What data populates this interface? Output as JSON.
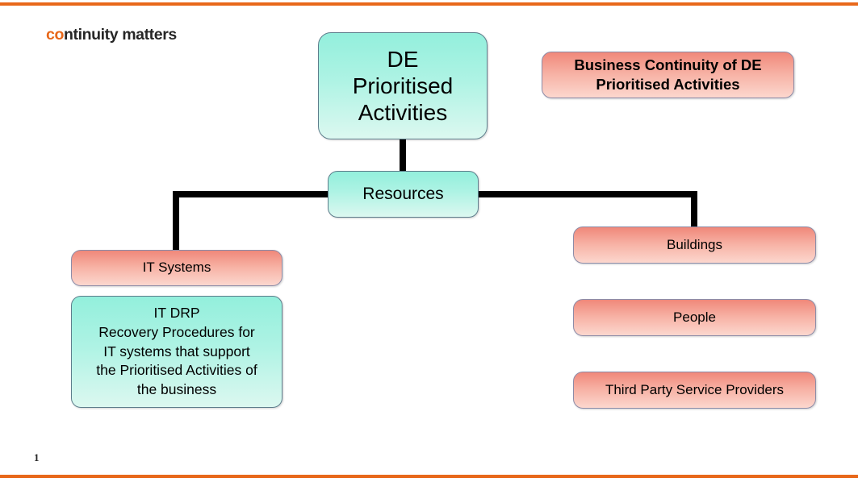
{
  "slide": {
    "page_number": "1",
    "logo": {
      "prefix": "co",
      "rest": "ntinuity matters",
      "full_text": "continuity matters",
      "accent_color": "#E8681A"
    },
    "rule_color": "#E8681A"
  },
  "title_banner": {
    "line1": "Business Continuity of DE",
    "line2": "Prioritised Activities"
  },
  "diagram": {
    "root": {
      "line1": "DE",
      "line2": "Prioritised",
      "line3": "Activities"
    },
    "resources": {
      "label": "Resources"
    },
    "left_branch": {
      "it_systems": {
        "label": "IT Systems"
      },
      "it_drp": {
        "line1": "IT DRP",
        "line2": "Recovery Procedures for",
        "line3": "IT systems that support",
        "line4": "the Prioritised Activities of",
        "line5": "the business"
      }
    },
    "right_branch": {
      "buildings": {
        "label": "Buildings"
      },
      "people": {
        "label": "People"
      },
      "third_party": {
        "label": "Third Party Service Providers"
      }
    },
    "colors": {
      "teal_fill_top": "#93EFDC",
      "teal_fill_bottom": "#DCF8F0",
      "pink_fill_top": "#F0887A",
      "pink_fill_bottom": "#FCD7CE",
      "connector": "#000000",
      "box_border": "#8C8CA8"
    }
  }
}
